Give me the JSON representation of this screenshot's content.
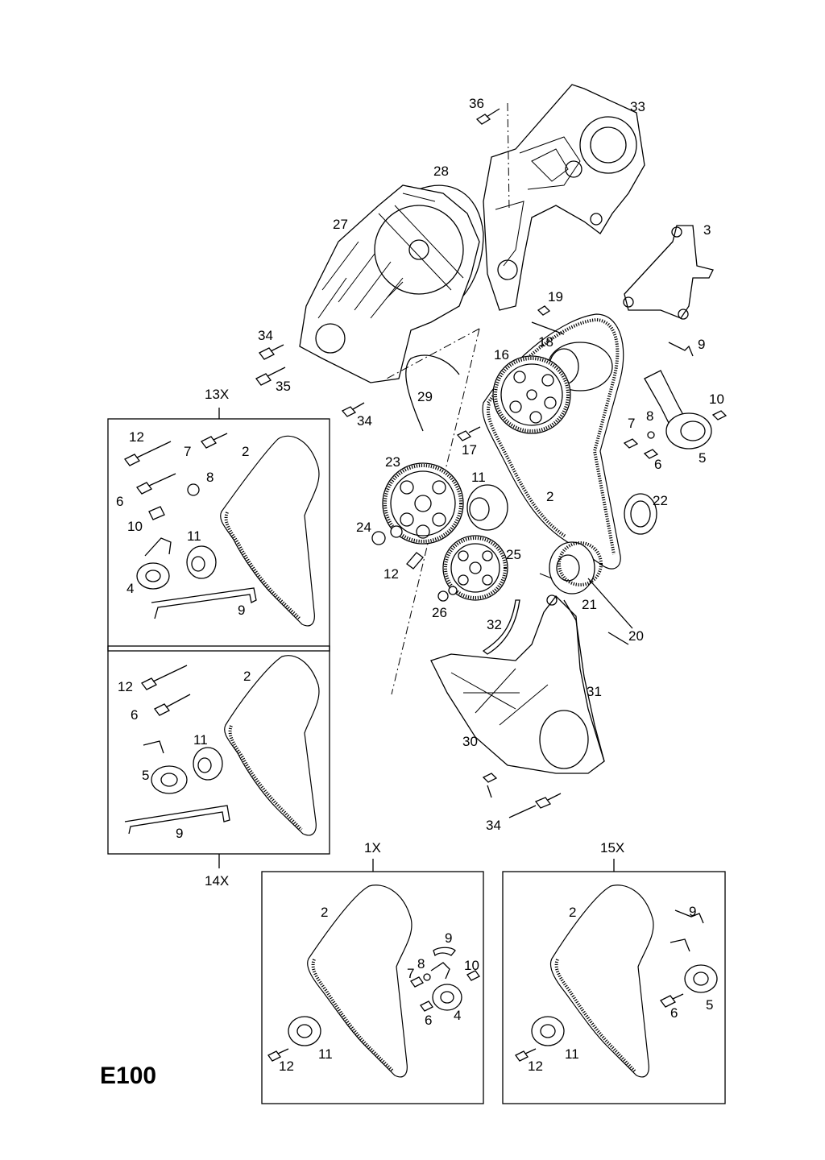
{
  "diagram_code": "E100",
  "kits": [
    {
      "id": "13X",
      "label": "13X",
      "parts": [
        "12",
        "7",
        "2",
        "8",
        "6",
        "10",
        "11",
        "4",
        "9"
      ]
    },
    {
      "id": "14X",
      "label": "14X",
      "parts": [
        "12",
        "2",
        "6",
        "11",
        "5",
        "9"
      ]
    },
    {
      "id": "1X",
      "label": "1X",
      "parts": [
        "2",
        "9",
        "7",
        "8",
        "10",
        "6",
        "4",
        "11",
        "12"
      ]
    },
    {
      "id": "15X",
      "label": "15X",
      "parts": [
        "2",
        "9",
        "6",
        "5",
        "12",
        "11"
      ]
    }
  ],
  "main_labels": [
    "36",
    "33",
    "28",
    "27",
    "3",
    "19",
    "18",
    "16",
    "9",
    "10",
    "34",
    "35",
    "29",
    "34",
    "7",
    "8",
    "6",
    "5",
    "17",
    "23",
    "11",
    "2",
    "22",
    "24",
    "25",
    "12",
    "21",
    "26",
    "20",
    "32",
    "31",
    "30",
    "34"
  ],
  "kit13_labels": [
    "12",
    "7",
    "2",
    "8",
    "6",
    "10",
    "11",
    "4",
    "9"
  ],
  "kit14_labels": [
    "12",
    "2",
    "6",
    "11",
    "5",
    "9"
  ],
  "kit1_labels": [
    "2",
    "9",
    "7",
    "8",
    "10",
    "6",
    "4",
    "11",
    "12"
  ],
  "kit15_labels": [
    "2",
    "9",
    "6",
    "5",
    "12",
    "11"
  ]
}
